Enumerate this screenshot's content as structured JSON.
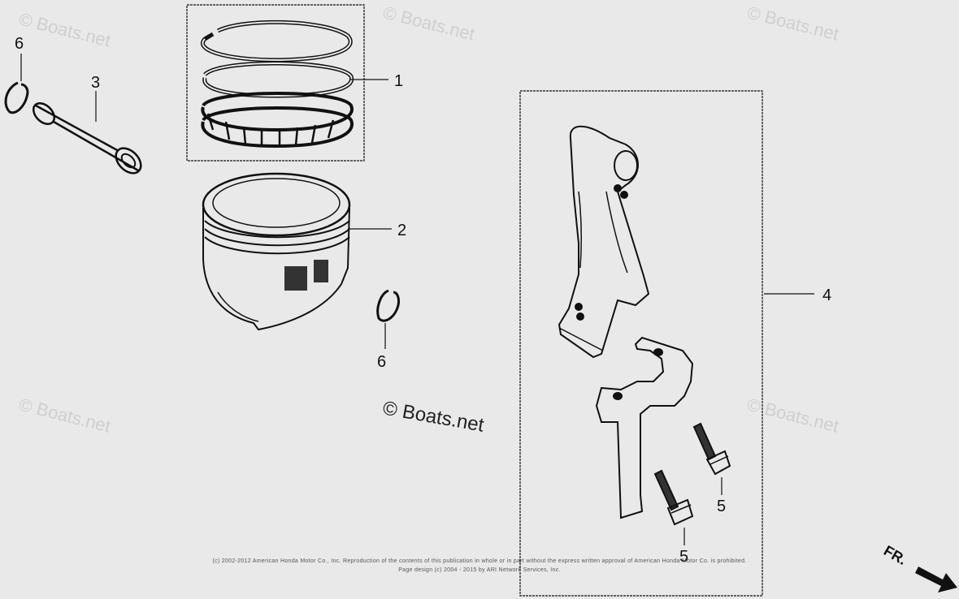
{
  "watermarks": {
    "text": "© Boats.net",
    "center_text": "© Boats.net"
  },
  "callouts": {
    "piston_ring_set": "1",
    "piston": "2",
    "piston_pin": "3",
    "connecting_rod_assy": "4",
    "rod_bolt_a": "5",
    "rod_bolt_b": "5",
    "clip_top_left": "6",
    "clip_middle": "6"
  },
  "direction_label": "FR.",
  "copyright": {
    "line1": "(c) 2002-2012 American Honda Motor Co., Inc. Reproduction of the contents of this publication in whole or in part without the express written approval of American Honda Motor Co. is prohibited.",
    "line2": "Page design (c) 2004 - 2015 by ARI Network Services, Inc."
  },
  "colors": {
    "background": "#e9e9e9",
    "line": "#111111",
    "fill_dark": "#333333",
    "watermark": "#cfcfcf"
  }
}
